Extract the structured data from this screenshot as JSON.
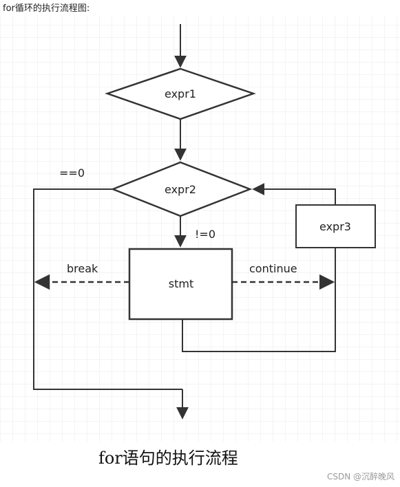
{
  "header": {
    "text": "for循环的执行流程图:"
  },
  "nodes": {
    "expr1": "expr1",
    "expr2": "expr2",
    "expr3": "expr3",
    "stmt": "stmt"
  },
  "edges": {
    "false_branch": "==0",
    "true_branch": "!=0",
    "break_label": "break",
    "continue_label": "continue"
  },
  "caption": "for语句的执行流程",
  "watermark": "CSDN @沉醉晚风",
  "colors": {
    "grid": "#e8e8e8",
    "stroke": "#333333"
  }
}
